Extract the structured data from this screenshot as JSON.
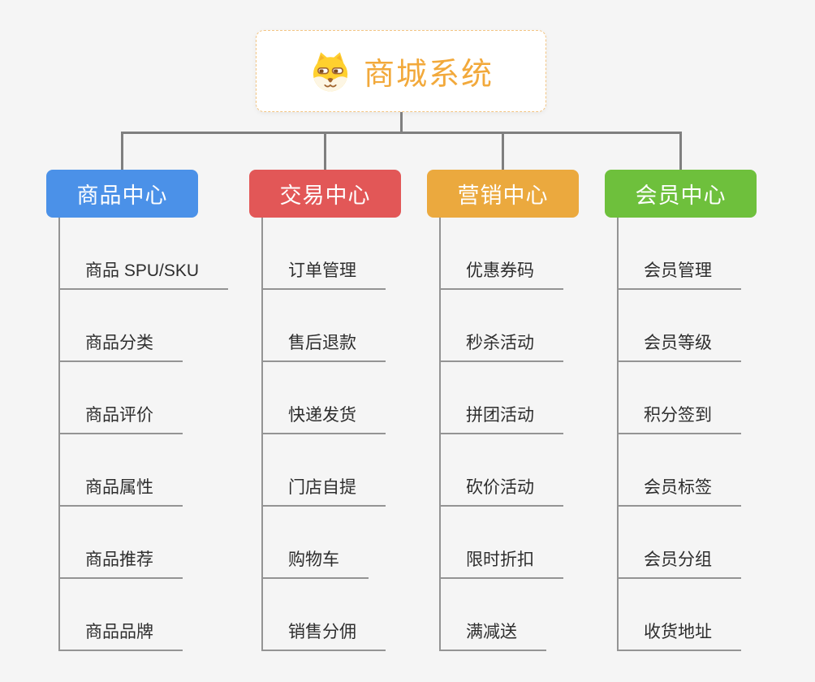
{
  "root": {
    "title": "商城系统",
    "icon": "doge-icon"
  },
  "branches": [
    {
      "label": "商品中心",
      "color": "#4b91e8",
      "children": [
        "商品 SPU/SKU",
        "商品分类",
        "商品评价",
        "商品属性",
        "商品推荐",
        "商品品牌"
      ]
    },
    {
      "label": "交易中心",
      "color": "#e25757",
      "children": [
        "订单管理",
        "售后退款",
        "快递发货",
        "门店自提",
        "购物车",
        "销售分佣"
      ]
    },
    {
      "label": "营销中心",
      "color": "#eba93e",
      "children": [
        "优惠券码",
        "秒杀活动",
        "拼团活动",
        "砍价活动",
        "限时折扣",
        "满减送"
      ]
    },
    {
      "label": "会员中心",
      "color": "#6ec03c",
      "children": [
        "会员管理",
        "会员等级",
        "积分签到",
        "会员标签",
        "会员分组",
        "收货地址"
      ]
    }
  ],
  "colors": {
    "background": "#f5f5f5",
    "connector": "#7f7f7f",
    "leaf_line": "#949494",
    "root_text": "#f2a93b",
    "root_border": "#f3c583",
    "leaf_text": "#2e2e2e"
  }
}
